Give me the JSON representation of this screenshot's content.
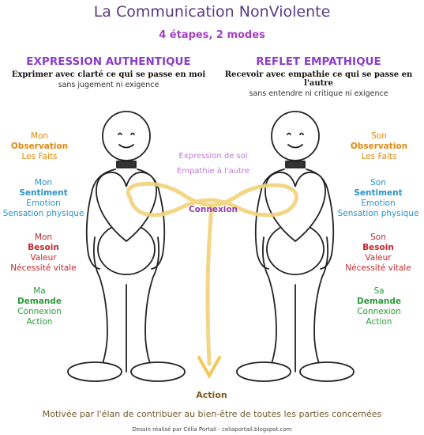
{
  "title": "La Communication NonViolente",
  "subtitle": "4 étapes, 2 modes",
  "left_mode": {
    "heading": "EXPRESSION AUTHENTIQUE",
    "line1": "Exprimer avec clarté ce qui se passe en moi",
    "line2": "sans jugement ni exigence"
  },
  "right_mode": {
    "heading": "REFLET EMPATHIQUE",
    "line1": "Recevoir avec empathie ce qui se passe en l'autre",
    "line2": "sans entendre ni critique ni exigence"
  },
  "left_steps": [
    {
      "l1": "Mon",
      "l2": "Observation",
      "l3": "Les Faits",
      "l4": ""
    },
    {
      "l1": "Mon",
      "l2": "Sentiment",
      "l3": "Emotion",
      "l4": "Sensation physique"
    },
    {
      "l1": "Mon",
      "l2": "Besoin",
      "l3": "Valeur",
      "l4": "Nécessité vitale"
    },
    {
      "l1": "Ma",
      "l2": "Demande",
      "l3": "Connexion",
      "l4": "Action"
    }
  ],
  "right_steps": [
    {
      "l1": "Son",
      "l2": "Observation",
      "l3": "Les Faits",
      "l4": ""
    },
    {
      "l1": "Son",
      "l2": "Sentiment",
      "l3": "Emotion",
      "l4": "Sensation physique"
    },
    {
      "l1": "Son",
      "l2": "Besoin",
      "l3": "Valeur",
      "l4": "Nécessité vitale"
    },
    {
      "l1": "Sa",
      "l2": "Demande",
      "l3": "Connexion",
      "l4": "Action"
    }
  ],
  "flow": {
    "self_expression": "Expression de soi",
    "empathy": "Empathie à l'autre",
    "connection": "Connexion",
    "action": "Action"
  },
  "motto": "Motivée par l'élan de contribuer au bien-être de toutes les parties concernées",
  "credit": "Dessin réalisé par Célia Portail - celiaportail.blogspot.com",
  "colors": {
    "title": "#5b3a82",
    "subtitle": "#a43fc6",
    "observation": "#e08a10",
    "sentiment": "#2a93c9",
    "besoin": "#c0282e",
    "demande": "#2b9a3a",
    "flow_line": "#f2d27a"
  }
}
